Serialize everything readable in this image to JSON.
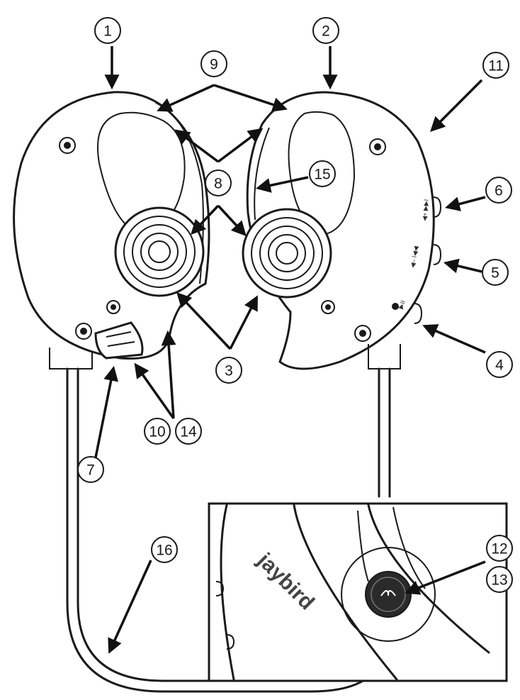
{
  "callouts": [
    "1",
    "2",
    "3",
    "4",
    "5",
    "6",
    "7",
    "8",
    "9",
    "10",
    "11",
    "12",
    "13",
    "14",
    "15",
    "16"
  ],
  "button_labels": {
    "play_pause": "▶II",
    "prev": "◀– I◀◀",
    "next": "◀+ ▶▶I"
  },
  "brand_text": "jaybird",
  "colors": {
    "line": "#1a1a1a",
    "background": "#ffffff"
  }
}
